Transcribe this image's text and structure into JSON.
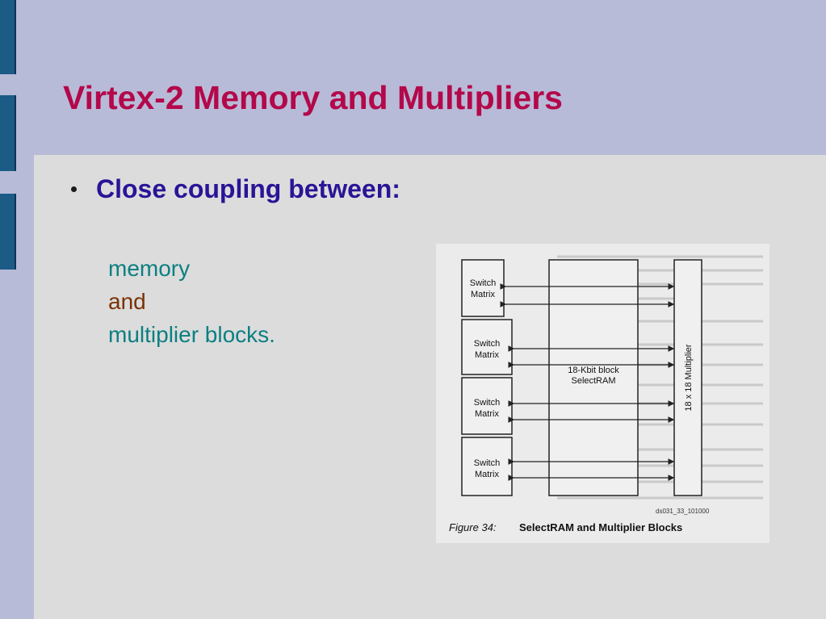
{
  "slide": {
    "title": "Virtex-2 Memory and Multipliers",
    "bullet": "Close coupling between:",
    "sub_items": [
      {
        "text": "memory",
        "color": "#0c7f82"
      },
      {
        "text": "and",
        "color": "#7a3206"
      },
      {
        "text": "multiplier blocks.",
        "color": "#0c7f82"
      }
    ]
  },
  "figure": {
    "switch_matrix_label_line1": "Switch",
    "switch_matrix_label_line2": "Matrix",
    "block_ram_line1": "18-Kbit block",
    "block_ram_line2": "SelectRAM",
    "multiplier_label": "18 x 18 Multiplier",
    "code": "ds031_33_101000",
    "caption_prefix": "Figure 34:",
    "caption_title": "SelectRAM and Multiplier Blocks"
  },
  "colors": {
    "background": "#b8bbd8",
    "panel": "#dcdcdc",
    "title": "#b3084a",
    "bullet": "#2a1496",
    "side_tabs": "#1c5b86"
  }
}
